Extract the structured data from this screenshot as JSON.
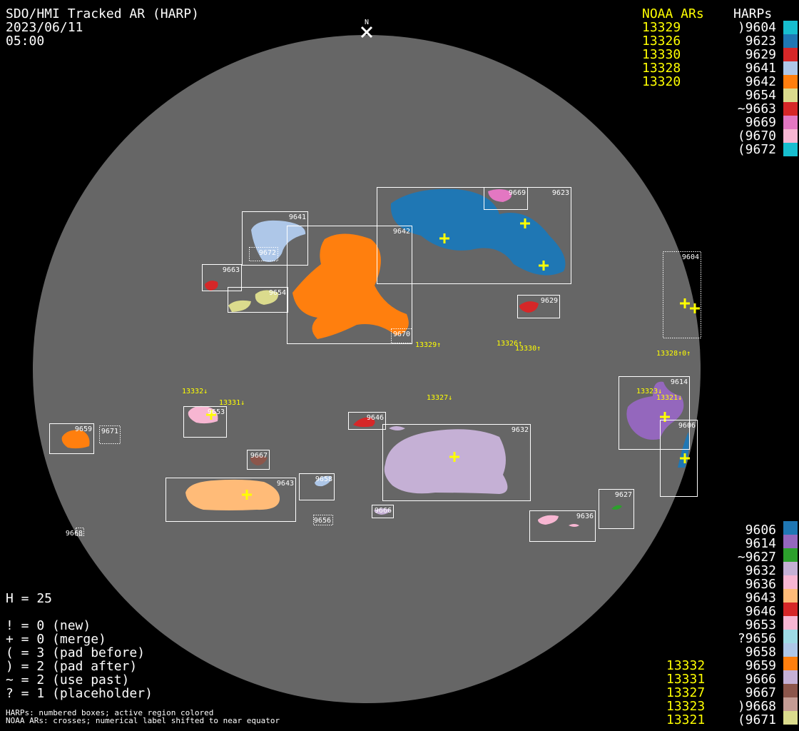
{
  "header": {
    "title": "SDO/HMI Tracked AR (HARP)",
    "date": "2023/06/11",
    "time": "05:00",
    "north_label": "N"
  },
  "noaa_header": "NOAA ARs",
  "harps_header": "HARPs",
  "noaa_top": [
    "13329",
    "13326",
    "13330",
    "13328",
    "13320"
  ],
  "noaa_bottom": [
    "13332",
    "13331",
    "13327",
    "13323",
    "13321"
  ],
  "harps_top": [
    {
      "label": ")9604",
      "color": "#17becf"
    },
    {
      "label": "9623",
      "color": "#1f77b4"
    },
    {
      "label": "9629",
      "color": "#d62728"
    },
    {
      "label": "9641",
      "color": "#aec7e8"
    },
    {
      "label": "9642",
      "color": "#ff7f0e"
    },
    {
      "label": "9654",
      "color": "#dbdb8d"
    },
    {
      "label": "~9663",
      "color": "#d62728"
    },
    {
      "label": "9669",
      "color": "#e377c2"
    },
    {
      "label": "(9670",
      "color": "#f7b6d2"
    },
    {
      "label": "(9672",
      "color": "#17becf"
    }
  ],
  "harps_bottom": [
    {
      "label": "9606",
      "color": "#1f77b4"
    },
    {
      "label": "9614",
      "color": "#9467bd"
    },
    {
      "label": "~9627",
      "color": "#2ca02c"
    },
    {
      "label": "9632",
      "color": "#c5b0d5"
    },
    {
      "label": "9636",
      "color": "#f7b6d2"
    },
    {
      "label": "9643",
      "color": "#ffbb78"
    },
    {
      "label": "9646",
      "color": "#d62728"
    },
    {
      "label": "9653",
      "color": "#f7b6d2"
    },
    {
      "label": "?9656",
      "color": "#9edae5"
    },
    {
      "label": "9658",
      "color": "#aec7e8"
    },
    {
      "label": "9659",
      "color": "#ff7f0e"
    },
    {
      "label": "9666",
      "color": "#c5b0d5"
    },
    {
      "label": "9667",
      "color": "#8c564b"
    },
    {
      "label": ")9668",
      "color": "#c49c94"
    },
    {
      "label": "(9671",
      "color": "#dbdb8d"
    }
  ],
  "stats": {
    "h": "H = 25",
    "lines": [
      "! = 0 (new)",
      "+ = 0 (merge)",
      "( = 3 (pad before)",
      ") = 2 (pad after)",
      "~ = 2 (use past)",
      "? = 1 (placeholder)"
    ]
  },
  "footer": [
    "HARPs: numbered boxes; active region colored",
    "NOAA ARs: crosses; numerical label shifted to near equator"
  ],
  "map": {
    "disk_color": "#666666",
    "harp_boxes": [
      "9623",
      "9669",
      "9641",
      "9672",
      "9642",
      "9663",
      "9654",
      "9670",
      "9629",
      "9604",
      "9614",
      "9606",
      "9653",
      "9659",
      "9671",
      "9646",
      "9632",
      "9667",
      "9643",
      "9658",
      "9666",
      "9656",
      "9668",
      "9627",
      "9636"
    ],
    "noaa_labels": [
      "13329↑",
      "13326↑",
      "13330↑",
      "13328↑0↑",
      "13327↓",
      "13332↓",
      "13331↓",
      "13323↓",
      "13321↓"
    ]
  }
}
